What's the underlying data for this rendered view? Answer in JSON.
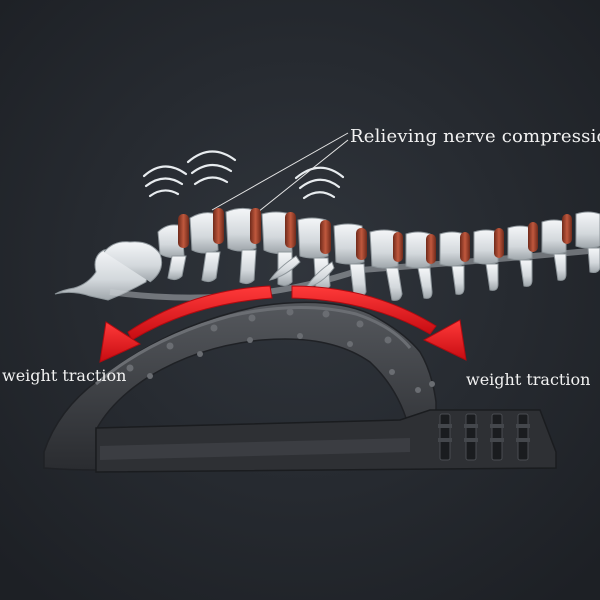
{
  "callout": {
    "text": "Relieving nerve compression"
  },
  "left_label": {
    "text": "weight traction"
  },
  "right_label": {
    "text": "weight traction"
  },
  "colors": {
    "background": "#23272d",
    "arrow": "#e8141b",
    "disc": "#a8432c",
    "bone": "#dfe3e6",
    "device": "#3a3c40",
    "text": "#f2f2f2"
  },
  "icons": [
    "vibration-waves-icon",
    "spine-illustration",
    "back-stretcher-device",
    "traction-arrow-icon"
  ]
}
